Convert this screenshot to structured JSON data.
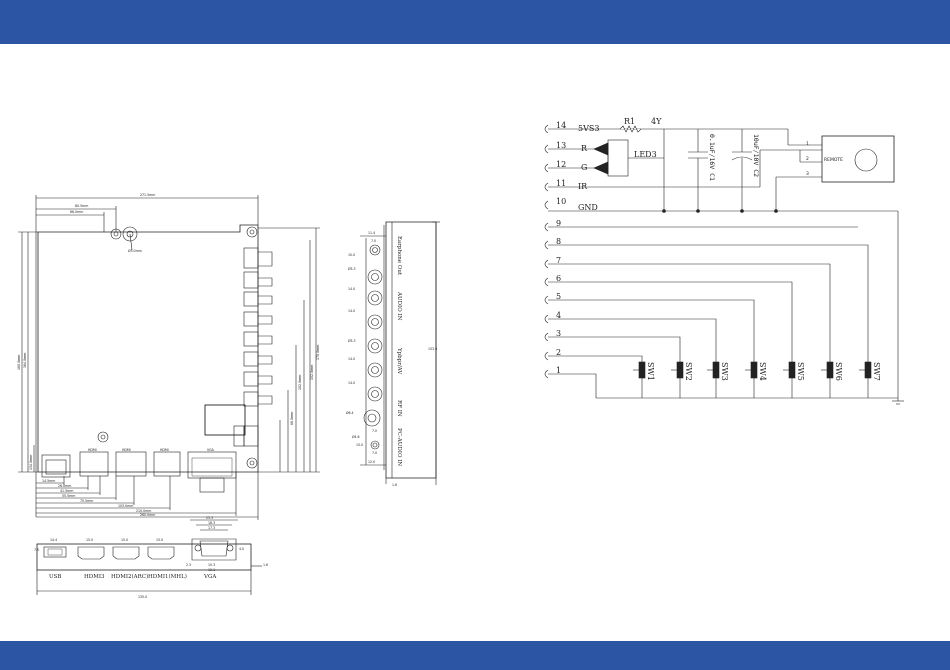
{
  "colors": {
    "band": "#2c55a3",
    "line": "#222222"
  },
  "board_drawing": {
    "top_dims": [
      "271.5mm",
      "80.5mm",
      "66.0mm",
      "Ø3.0mm"
    ],
    "left_dims": [
      "180.0mm",
      "164.0mm",
      "134.0mm"
    ],
    "right_dims": [
      "170.0mm",
      "152.0mm",
      "102.0mm",
      "88.0mm"
    ],
    "bottom_dims": [
      "14.5mm",
      "26.0mm",
      "41.5mm",
      "55.5mm",
      "75.5mm",
      "103.0mm",
      "210.0mm",
      "260.0mm"
    ],
    "connector_labels": [
      "HDMI",
      "HDMI",
      "HDMI",
      "VGA"
    ]
  },
  "side_view": {
    "dims": [
      "11.4",
      "7.0",
      "10.0",
      "Ø5.3",
      "14.0",
      "14.0",
      "Ø5.3",
      "14.0",
      "14.0",
      "Ø6.4",
      "7.0",
      "Ø4.6",
      "7.0",
      "15.0",
      "12.0"
    ],
    "total_height": "153.0",
    "base": "1.6",
    "labels": [
      "Earphone Out",
      "AUDIO IN",
      "Ypbpr/AV",
      "RF IN",
      "PC-AUDIO IN"
    ]
  },
  "front_view": {
    "top_dims": [
      "14.4",
      "15.0",
      "15.0",
      "15.0",
      "25.3",
      "18.3",
      "17.3",
      "4.0"
    ],
    "small_dims": [
      "2.3",
      "10.3",
      "12.1"
    ],
    "left_dim": "7.5",
    "right_dim": "1.6",
    "width": "135.0",
    "labels": [
      "USB",
      "HDMI3",
      "HDMI2(ARC)",
      "HDMI1(MHL)",
      "VGA"
    ]
  },
  "schematic": {
    "pins": [
      "14",
      "13",
      "12",
      "11",
      "10",
      "9",
      "8",
      "7",
      "6",
      "5",
      "4",
      "3",
      "2",
      "1"
    ],
    "nets": {
      "p14": "5VS3",
      "p13": "R",
      "p12": "G",
      "p11": "IR",
      "p10": "GND"
    },
    "resistor": "R1",
    "resistor_value": "4Y",
    "led": "LED3",
    "c1": "0.1uF/16V C1",
    "c2": "10uF/10V C2",
    "remote": "REMOTE",
    "remote_pins": [
      "1",
      "2",
      "3"
    ],
    "switches": [
      "SW1",
      "SW2",
      "SW3",
      "SW4",
      "SW5",
      "SW6",
      "SW7"
    ]
  }
}
